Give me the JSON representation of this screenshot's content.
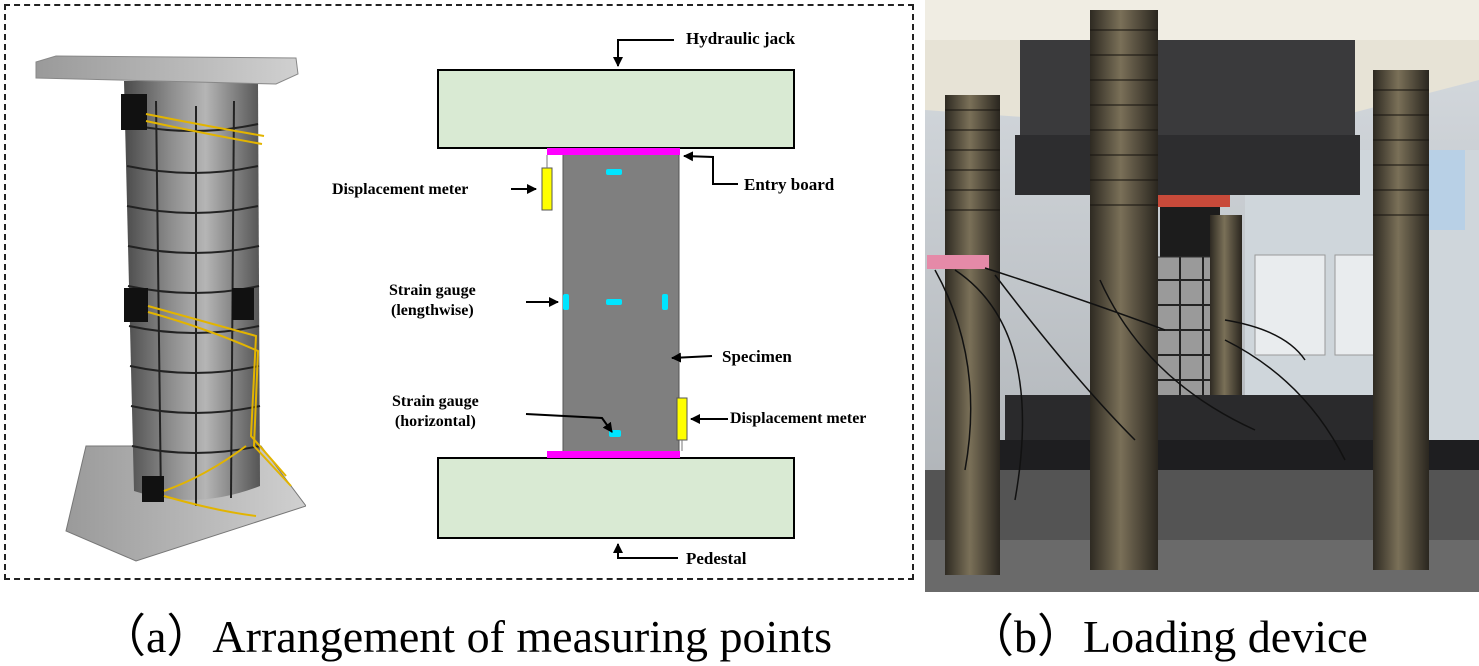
{
  "captions": {
    "a": "（a）Arrangement of measuring points",
    "b": "（b）Loading device"
  },
  "labels": {
    "hydraulic_jack": "Hydraulic jack",
    "entry_board": "Entry board",
    "displacement_meter_left": "Displacement meter",
    "strain_gauge_lengthwise_line1": "Strain gauge",
    "strain_gauge_lengthwise_line2": "(lengthwise)",
    "specimen": "Specimen",
    "strain_gauge_horizontal_line1": "Strain gauge",
    "strain_gauge_horizontal_line2": "(horizontal)",
    "displacement_meter_right": "Displacement meter",
    "pedestal": "Pedestal"
  },
  "colors": {
    "plate_fill": "#d9ead3",
    "specimen_fill": "#7f7f7f",
    "entry_board": "#ff00ff",
    "strain_gauge": "#00e5ff",
    "displacement_meter": "#ffff00"
  }
}
